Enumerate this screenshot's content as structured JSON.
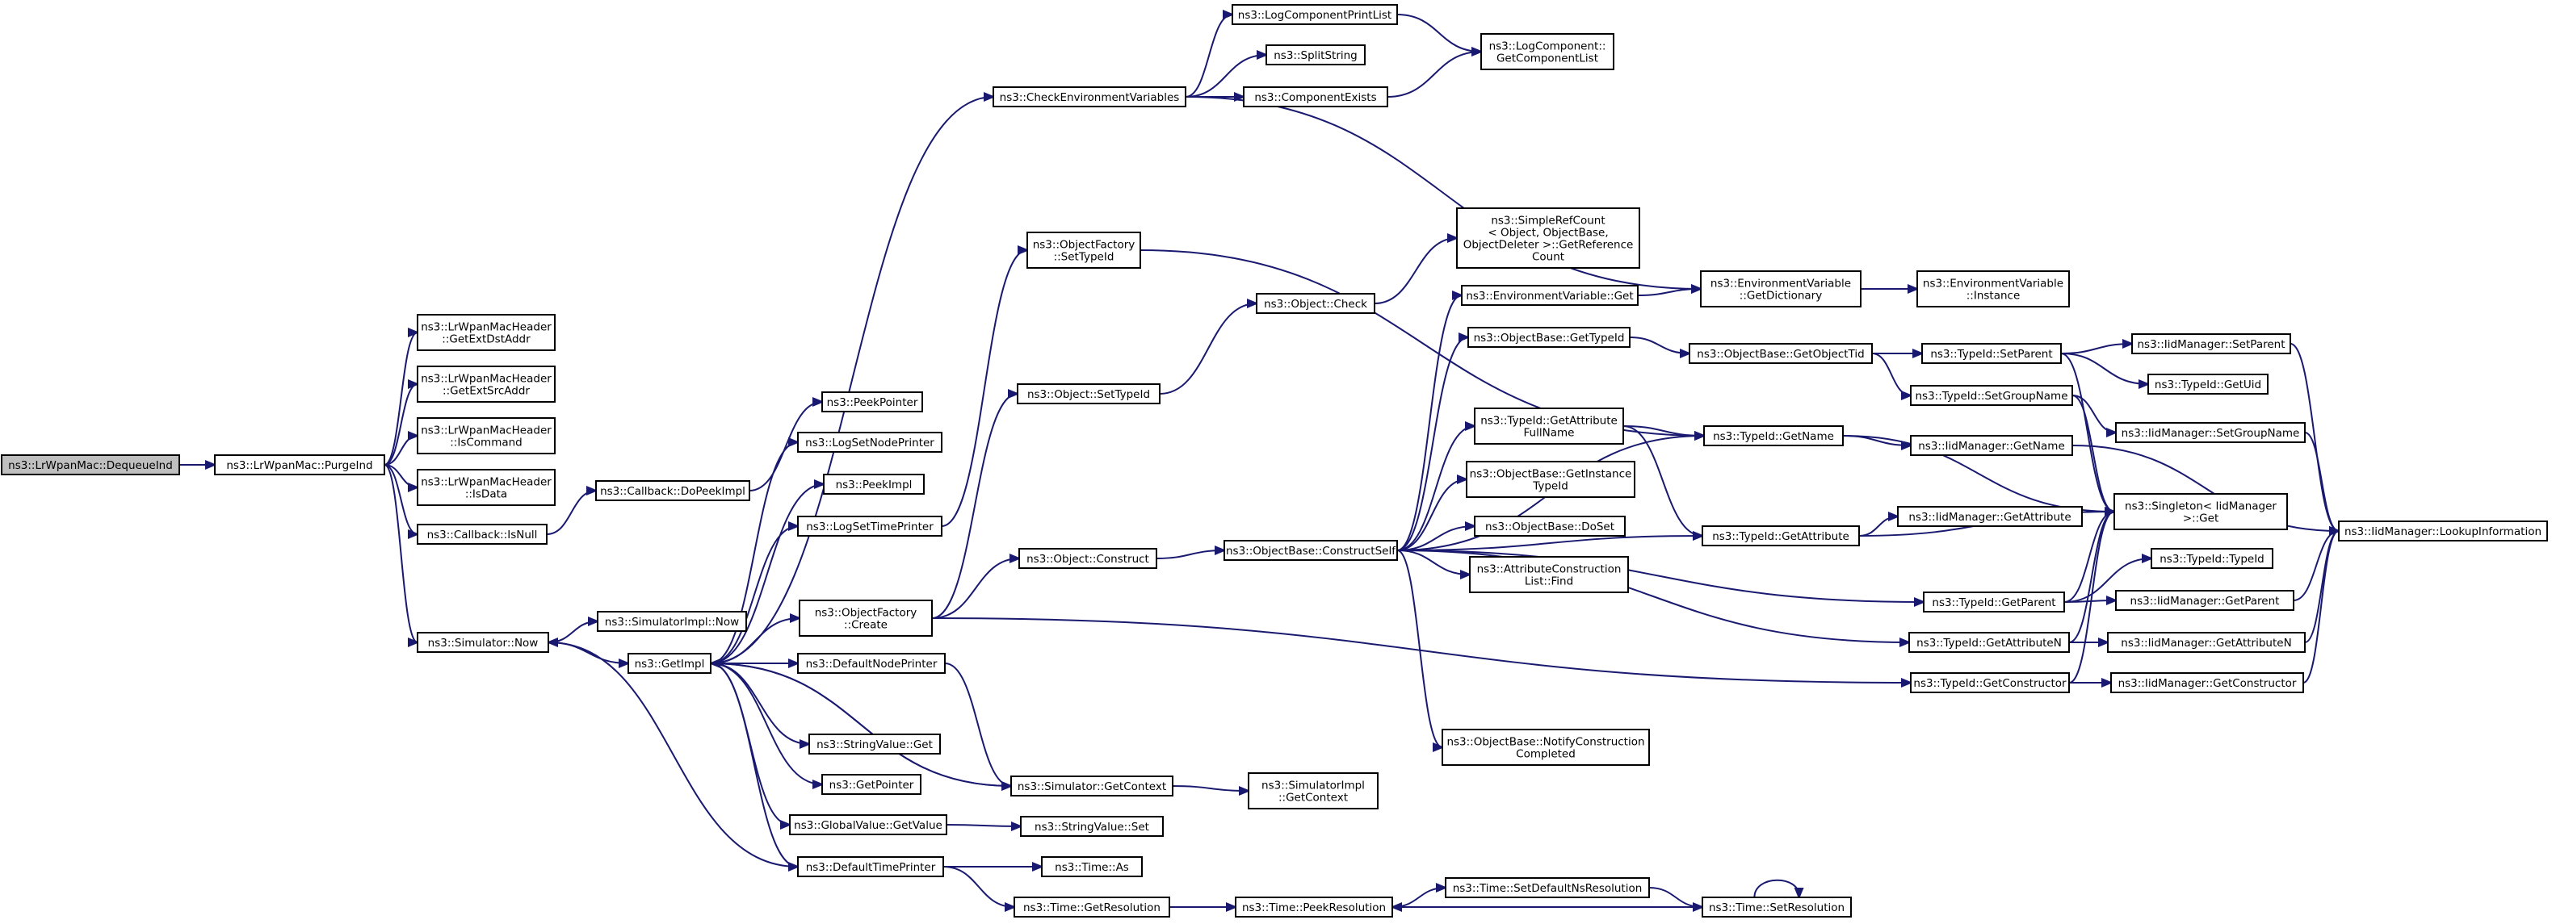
{
  "diagram": {
    "root": "n_dequeue",
    "nodes": [
      {
        "id": "n_dequeue",
        "lines": [
          "ns3::LrWpanMac::DequeueInd"
        ]
      },
      {
        "id": "n_purge",
        "lines": [
          "ns3::LrWpanMac::PurgeInd"
        ]
      },
      {
        "id": "n_extdst",
        "lines": [
          "ns3::LrWpanMacHeader",
          "::GetExtDstAddr"
        ]
      },
      {
        "id": "n_extsrc",
        "lines": [
          "ns3::LrWpanMacHeader",
          "::GetExtSrcAddr"
        ]
      },
      {
        "id": "n_iscmd",
        "lines": [
          "ns3::LrWpanMacHeader",
          "::IsCommand"
        ]
      },
      {
        "id": "n_isdata",
        "lines": [
          "ns3::LrWpanMacHeader",
          "::IsData"
        ]
      },
      {
        "id": "n_isnull",
        "lines": [
          "ns3::Callback::IsNull"
        ]
      },
      {
        "id": "n_simnow",
        "lines": [
          "ns3::Simulator::Now"
        ]
      },
      {
        "id": "n_dopeek",
        "lines": [
          "ns3::Callback::DoPeekImpl"
        ]
      },
      {
        "id": "n_implnow",
        "lines": [
          "ns3::SimulatorImpl::Now"
        ]
      },
      {
        "id": "n_getimpl",
        "lines": [
          "ns3::GetImpl"
        ]
      },
      {
        "id": "n_peekptr",
        "lines": [
          "ns3::PeekPointer"
        ]
      },
      {
        "id": "n_lognodepr",
        "lines": [
          "ns3::LogSetNodePrinter"
        ]
      },
      {
        "id": "n_peekimpl",
        "lines": [
          "ns3::PeekImpl"
        ]
      },
      {
        "id": "n_logtimepr",
        "lines": [
          "ns3::LogSetTimePrinter"
        ]
      },
      {
        "id": "n_ofcreate",
        "lines": [
          "ns3::ObjectFactory",
          "::Create"
        ]
      },
      {
        "id": "n_defnodepr",
        "lines": [
          "ns3::DefaultNodePrinter"
        ]
      },
      {
        "id": "n_strget",
        "lines": [
          "ns3::StringValue::Get"
        ]
      },
      {
        "id": "n_getptr",
        "lines": [
          "ns3::GetPointer"
        ]
      },
      {
        "id": "n_gvget",
        "lines": [
          "ns3::GlobalValue::GetValue"
        ]
      },
      {
        "id": "n_deftimepr",
        "lines": [
          "ns3::DefaultTimePrinter"
        ]
      },
      {
        "id": "n_checkenv",
        "lines": [
          "ns3::CheckEnvironmentVariables"
        ]
      },
      {
        "id": "n_ofsettype",
        "lines": [
          "ns3::ObjectFactory",
          "::SetTypeId"
        ]
      },
      {
        "id": "n_objsettype",
        "lines": [
          "ns3::Object::SetTypeId"
        ]
      },
      {
        "id": "n_objconstruct",
        "lines": [
          "ns3::Object::Construct"
        ]
      },
      {
        "id": "n_simgetctx",
        "lines": [
          "ns3::Simulator::GetContext"
        ]
      },
      {
        "id": "n_strset",
        "lines": [
          "ns3::StringValue::Set"
        ]
      },
      {
        "id": "n_timeas",
        "lines": [
          "ns3::Time::As"
        ]
      },
      {
        "id": "n_timegetres",
        "lines": [
          "ns3::Time::GetResolution"
        ]
      },
      {
        "id": "n_logcplist",
        "lines": [
          "ns3::LogComponentPrintList"
        ]
      },
      {
        "id": "n_splitstr",
        "lines": [
          "ns3::SplitString"
        ]
      },
      {
        "id": "n_compexists",
        "lines": [
          "ns3::ComponentExists"
        ]
      },
      {
        "id": "n_objcheck",
        "lines": [
          "ns3::Object::Check"
        ]
      },
      {
        "id": "n_constructself",
        "lines": [
          "ns3::ObjectBase::ConstructSelf"
        ]
      },
      {
        "id": "n_implgetctx",
        "lines": [
          "ns3::SimulatorImpl",
          "::GetContext"
        ]
      },
      {
        "id": "n_peekres",
        "lines": [
          "ns3::Time::PeekResolution"
        ]
      },
      {
        "id": "n_lcgetlist",
        "lines": [
          "ns3::LogComponent::",
          "GetComponentList"
        ]
      },
      {
        "id": "n_refcount",
        "lines": [
          "ns3::SimpleRefCount",
          "< Object, ObjectBase,",
          "ObjectDeleter >::GetReference",
          "Count"
        ]
      },
      {
        "id": "n_envget",
        "lines": [
          "ns3::EnvironmentVariable::Get"
        ]
      },
      {
        "id": "n_obgettype",
        "lines": [
          "ns3::ObjectBase::GetTypeId"
        ]
      },
      {
        "id": "n_tidgetattrfull",
        "lines": [
          "ns3::TypeId::GetAttribute",
          "FullName"
        ]
      },
      {
        "id": "n_obgetinst",
        "lines": [
          "ns3::ObjectBase::GetInstance",
          "TypeId"
        ]
      },
      {
        "id": "n_obdoset",
        "lines": [
          "ns3::ObjectBase::DoSet"
        ]
      },
      {
        "id": "n_attrfind",
        "lines": [
          "ns3::AttributeConstruction",
          "List::Find"
        ]
      },
      {
        "id": "n_notifyconstr",
        "lines": [
          "ns3::ObjectBase::NotifyConstruction",
          "Completed"
        ]
      },
      {
        "id": "n_setdefns",
        "lines": [
          "ns3::Time::SetDefaultNsResolution"
        ]
      },
      {
        "id": "n_envgetdict",
        "lines": [
          "ns3::EnvironmentVariable",
          "::GetDictionary"
        ]
      },
      {
        "id": "n_obgetobjtid",
        "lines": [
          "ns3::ObjectBase::GetObjectTid"
        ]
      },
      {
        "id": "n_tidgetname",
        "lines": [
          "ns3::TypeId::GetName"
        ]
      },
      {
        "id": "n_tidgetattr",
        "lines": [
          "ns3::TypeId::GetAttribute"
        ]
      },
      {
        "id": "n_timesetres",
        "lines": [
          "ns3::Time::SetResolution"
        ]
      },
      {
        "id": "n_envinst",
        "lines": [
          "ns3::EnvironmentVariable",
          "::Instance"
        ]
      },
      {
        "id": "n_tidsetparent",
        "lines": [
          "ns3::TypeId::SetParent"
        ]
      },
      {
        "id": "n_tidsetgroup",
        "lines": [
          "ns3::TypeId::SetGroupName"
        ]
      },
      {
        "id": "n_iidgetname",
        "lines": [
          "ns3::IidManager::GetName"
        ]
      },
      {
        "id": "n_iidgetattr",
        "lines": [
          "ns3::IidManager::GetAttribute"
        ]
      },
      {
        "id": "n_tidgetparent",
        "lines": [
          "ns3::TypeId::GetParent"
        ]
      },
      {
        "id": "n_tidgetattrn",
        "lines": [
          "ns3::TypeId::GetAttributeN"
        ]
      },
      {
        "id": "n_tidgetctor",
        "lines": [
          "ns3::TypeId::GetConstructor"
        ]
      },
      {
        "id": "n_iidsetparent",
        "lines": [
          "ns3::IidManager::SetParent"
        ]
      },
      {
        "id": "n_tidgetuid",
        "lines": [
          "ns3::TypeId::GetUid"
        ]
      },
      {
        "id": "n_iidsetgroup",
        "lines": [
          "ns3::IidManager::SetGroupName"
        ]
      },
      {
        "id": "n_singleton",
        "lines": [
          "ns3::Singleton< IidManager",
          ">::Get"
        ]
      },
      {
        "id": "n_tidtypeid",
        "lines": [
          "ns3::TypeId::TypeId"
        ]
      },
      {
        "id": "n_iidgetparent",
        "lines": [
          "ns3::IidManager::GetParent"
        ]
      },
      {
        "id": "n_iidgetattrn",
        "lines": [
          "ns3::IidManager::GetAttributeN"
        ]
      },
      {
        "id": "n_iidgetctor",
        "lines": [
          "ns3::IidManager::GetConstructor"
        ]
      },
      {
        "id": "n_iidlookup",
        "lines": [
          "ns3::IidManager::LookupInformation"
        ]
      }
    ],
    "edges": [
      [
        "n_dequeue",
        "n_purge"
      ],
      [
        "n_purge",
        "n_extdst"
      ],
      [
        "n_purge",
        "n_extsrc"
      ],
      [
        "n_purge",
        "n_iscmd"
      ],
      [
        "n_purge",
        "n_isdata"
      ],
      [
        "n_purge",
        "n_isnull"
      ],
      [
        "n_purge",
        "n_simnow"
      ],
      [
        "n_isnull",
        "n_dopeek"
      ],
      [
        "n_dopeek",
        "n_peekptr"
      ],
      [
        "n_simnow",
        "n_implnow"
      ],
      [
        "n_simnow",
        "n_getimpl"
      ],
      [
        "n_getimpl",
        "n_lognodepr"
      ],
      [
        "n_getimpl",
        "n_peekimpl"
      ],
      [
        "n_getimpl",
        "n_logtimepr"
      ],
      [
        "n_getimpl",
        "n_ofcreate"
      ],
      [
        "n_getimpl",
        "n_defnodepr"
      ],
      [
        "n_getimpl",
        "n_strget"
      ],
      [
        "n_getimpl",
        "n_getptr"
      ],
      [
        "n_getimpl",
        "n_gvget"
      ],
      [
        "n_getimpl",
        "n_deftimepr"
      ],
      [
        "n_getimpl",
        "n_checkenv"
      ],
      [
        "n_getimpl",
        "n_simgetctx"
      ],
      [
        "n_logtimepr",
        "n_ofsettype"
      ],
      [
        "n_ofcreate",
        "n_objsettype"
      ],
      [
        "n_ofcreate",
        "n_objconstruct"
      ],
      [
        "n_ofcreate",
        "n_tidgetctor"
      ],
      [
        "n_defnodepr",
        "n_simgetctx"
      ],
      [
        "n_simgetctx",
        "n_getimpl"
      ],
      [
        "n_simgetctx",
        "n_implgetctx"
      ],
      [
        "n_gvget",
        "n_strset"
      ],
      [
        "n_deftimepr",
        "n_simnow"
      ],
      [
        "n_deftimepr",
        "n_timeas"
      ],
      [
        "n_deftimepr",
        "n_timegetres"
      ],
      [
        "n_checkenv",
        "n_logcplist"
      ],
      [
        "n_checkenv",
        "n_splitstr"
      ],
      [
        "n_checkenv",
        "n_compexists"
      ],
      [
        "n_checkenv",
        "n_envgetdict"
      ],
      [
        "n_logcplist",
        "n_lcgetlist"
      ],
      [
        "n_compexists",
        "n_lcgetlist"
      ],
      [
        "n_ofsettype",
        "n_tidgetname"
      ],
      [
        "n_objsettype",
        "n_objcheck"
      ],
      [
        "n_objcheck",
        "n_refcount"
      ],
      [
        "n_objconstruct",
        "n_constructself"
      ],
      [
        "n_constructself",
        "n_envget"
      ],
      [
        "n_constructself",
        "n_obgettype"
      ],
      [
        "n_constructself",
        "n_tidgetname"
      ],
      [
        "n_constructself",
        "n_tidgetattrfull"
      ],
      [
        "n_constructself",
        "n_obgetinst"
      ],
      [
        "n_constructself",
        "n_obdoset"
      ],
      [
        "n_constructself",
        "n_attrfind"
      ],
      [
        "n_constructself",
        "n_tidgetattr"
      ],
      [
        "n_constructself",
        "n_tidgetparent"
      ],
      [
        "n_constructself",
        "n_tidgetattrn"
      ],
      [
        "n_constructself",
        "n_notifyconstr"
      ],
      [
        "n_envget",
        "n_envgetdict"
      ],
      [
        "n_envgetdict",
        "n_envinst"
      ],
      [
        "n_obgettype",
        "n_obgetobjtid"
      ],
      [
        "n_obgetobjtid",
        "n_tidsetparent"
      ],
      [
        "n_obgetobjtid",
        "n_tidsetgroup"
      ],
      [
        "n_tidgetattrfull",
        "n_tidgetname"
      ],
      [
        "n_tidgetattrfull",
        "n_tidgetattr"
      ],
      [
        "n_tidgetname",
        "n_iidgetname"
      ],
      [
        "n_tidgetname",
        "n_singleton"
      ],
      [
        "n_tidgetattr",
        "n_iidgetattr"
      ],
      [
        "n_tidgetattr",
        "n_singleton"
      ],
      [
        "n_tidsetparent",
        "n_iidsetparent"
      ],
      [
        "n_tidsetparent",
        "n_tidgetuid"
      ],
      [
        "n_tidsetparent",
        "n_singleton"
      ],
      [
        "n_tidsetgroup",
        "n_iidsetgroup"
      ],
      [
        "n_tidsetgroup",
        "n_singleton"
      ],
      [
        "n_tidgetparent",
        "n_tidtypeid"
      ],
      [
        "n_tidgetparent",
        "n_iidgetparent"
      ],
      [
        "n_tidgetparent",
        "n_singleton"
      ],
      [
        "n_tidgetattrn",
        "n_iidgetattrn"
      ],
      [
        "n_tidgetattrn",
        "n_singleton"
      ],
      [
        "n_tidgetctor",
        "n_iidgetctor"
      ],
      [
        "n_tidgetctor",
        "n_singleton"
      ],
      [
        "n_iidsetparent",
        "n_iidlookup"
      ],
      [
        "n_iidsetgroup",
        "n_iidlookup"
      ],
      [
        "n_iidgetname",
        "n_iidlookup"
      ],
      [
        "n_iidgetparent",
        "n_iidlookup"
      ],
      [
        "n_iidgetattrn",
        "n_iidlookup"
      ],
      [
        "n_iidgetctor",
        "n_iidlookup"
      ],
      [
        "n_timegetres",
        "n_peekres"
      ],
      [
        "n_peekres",
        "n_setdefns"
      ],
      [
        "n_setdefns",
        "n_timesetres"
      ],
      [
        "n_timesetres",
        "n_peekres"
      ],
      [
        "n_timesetres",
        "n_timesetres"
      ]
    ]
  }
}
